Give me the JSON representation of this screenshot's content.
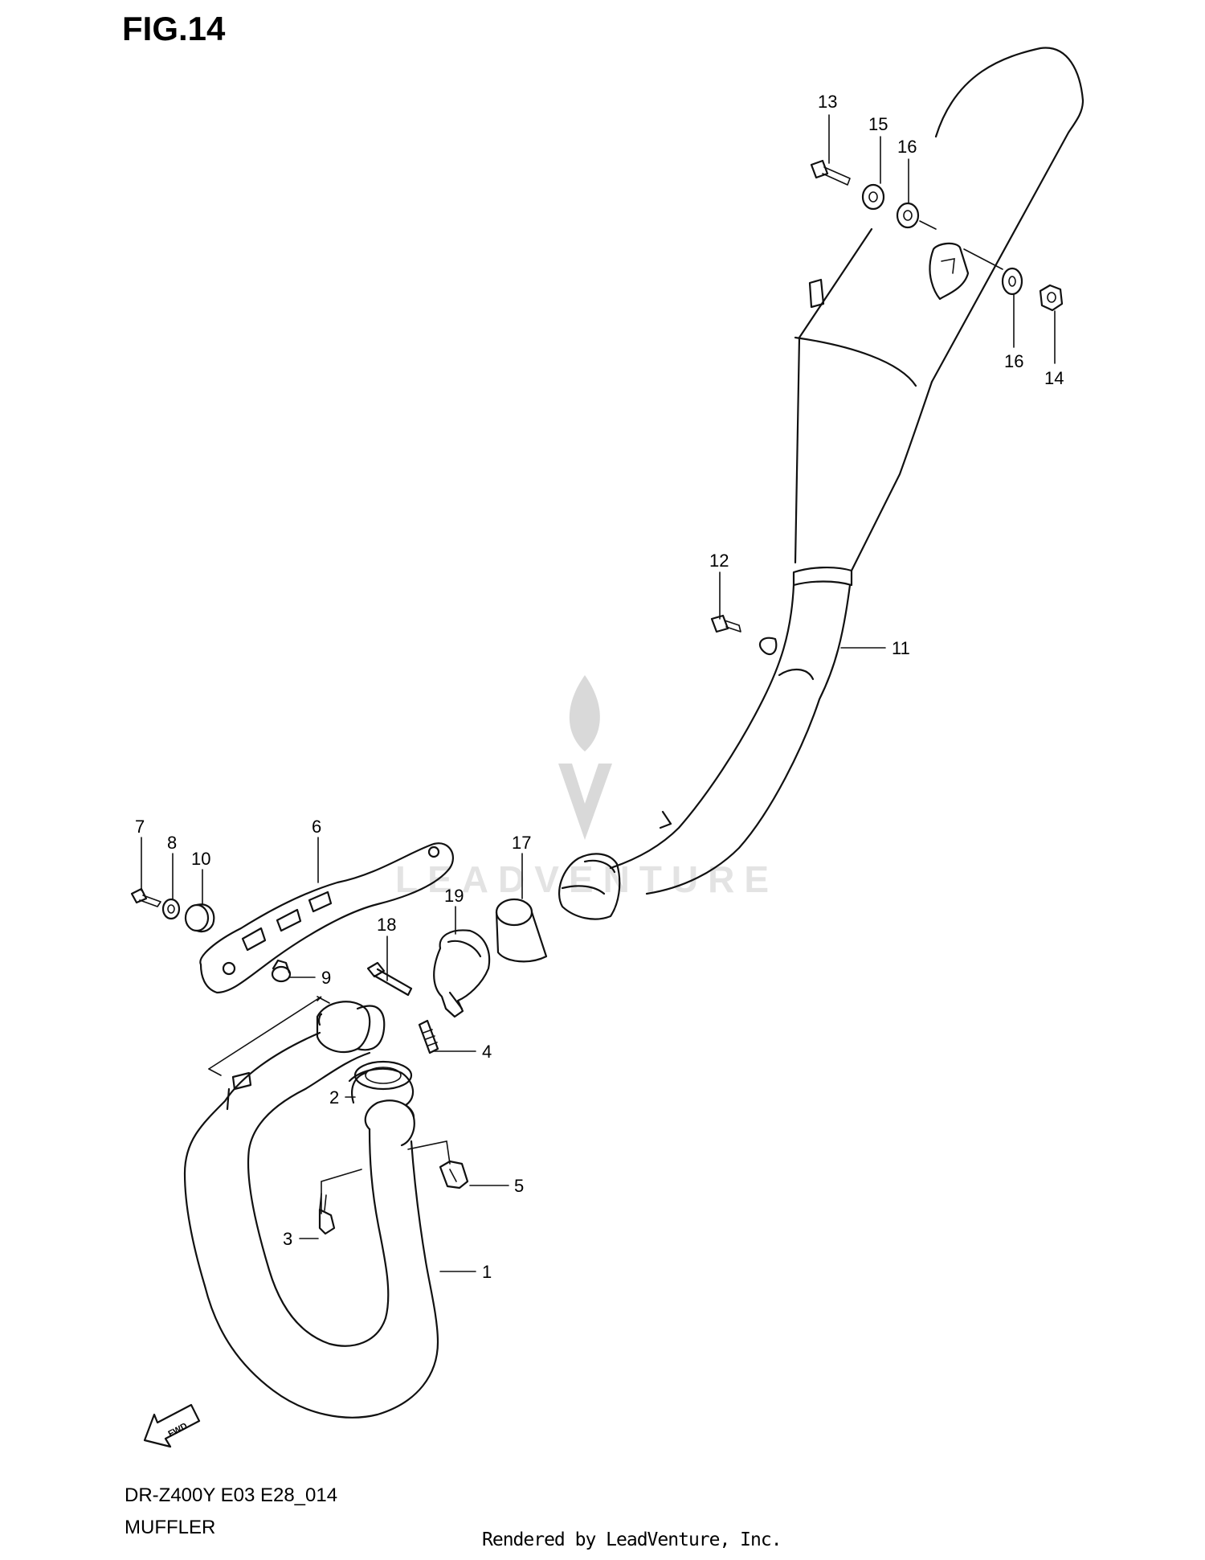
{
  "figure": {
    "title": "FIG.14",
    "model_code": "DR-Z400Y E03 E28_014",
    "section_name": "MUFFLER",
    "credit": "Rendered by LeadVenture, Inc.",
    "watermark": "LEADVENTURE",
    "direction_badge": "FWD"
  },
  "callouts": [
    "13",
    "15",
    "16",
    "16",
    "14",
    "12",
    "11",
    "7",
    "8",
    "10",
    "6",
    "17",
    "19",
    "18",
    "9",
    "4",
    "2",
    "5",
    "3",
    "1"
  ]
}
